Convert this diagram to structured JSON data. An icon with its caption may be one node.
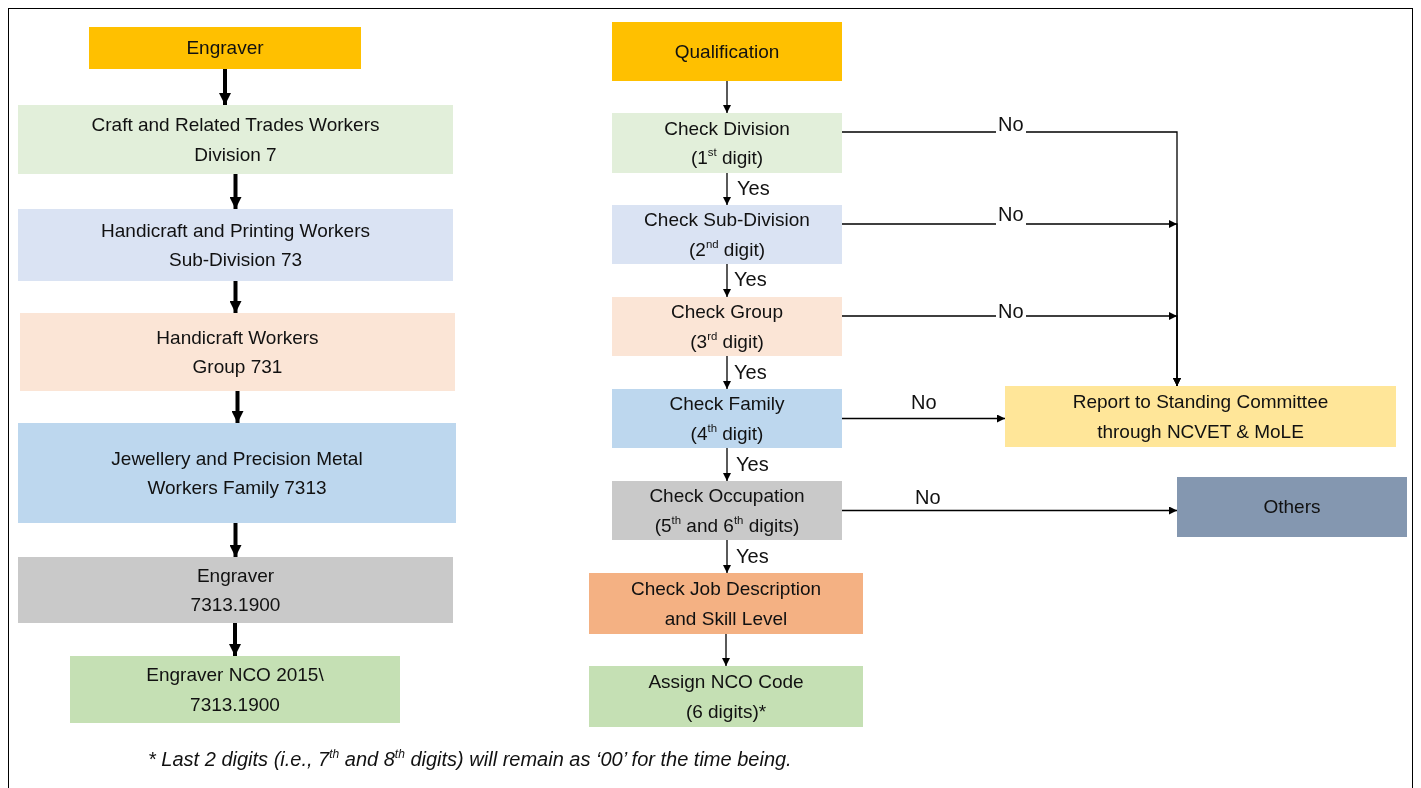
{
  "diagram": {
    "nodes": [
      {
        "text": [
          "Engraver"
        ]
      },
      {
        "text": [
          "Craft and Related Trades Workers Division 7"
        ]
      },
      {
        "text": [
          "Handicraft and Printing Workers Sub-Division 73"
        ]
      },
      {
        "text": [
          "Handicraft Workers Group 731"
        ]
      },
      {
        "text": [
          "Jewellery and Precision Metal Workers Family 7313"
        ]
      },
      {
        "text": [
          "Engraver 7313.1900"
        ]
      },
      {
        "text": [
          "Engraver NCO 2015\\ 7313.1900"
        ]
      },
      {
        "text": [
          "Qualification"
        ]
      },
      {
        "text": [
          "Check Division (1$^{st}$ digit)"
        ]
      },
      {
        "text": [
          "Check Sub-Division (2$^{nd}$ digit)"
        ]
      },
      {
        "text": [
          "Check Group (3$^{rd}$ digit)"
        ]
      },
      {
        "text": [
          "Check Family (4$^{th}$ digit)"
        ]
      },
      {
        "text": [
          "Check Occupation (5$^{th}$ and 6$^{th}$ digits)"
        ]
      },
      {
        "text": [
          "Check Job Description and Skill Level"
        ]
      },
      {
        "text": [
          "Assign NCO Code (6 digits)*"
        ]
      },
      {
        "text": [
          "Report to Standing Committee through NCVET & MoLE"
        ]
      },
      {
        "text": [
          "Others"
        ]
      }
    ],
    "edges": [
      {
        "from": 0,
        "to": 1,
        "arrow": "to",
        "style": "thick"
      },
      {
        "from": 1,
        "to": 2,
        "arrow": "to",
        "style": "thick"
      },
      {
        "from": 2,
        "to": 3,
        "arrow": "to",
        "style": "thick"
      },
      {
        "from": 3,
        "to": 4,
        "arrow": "to",
        "style": "thick"
      },
      {
        "from": 4,
        "to": 5,
        "arrow": "to",
        "style": "thick"
      },
      {
        "from": 5,
        "to": 6,
        "arrow": "to",
        "style": "thick"
      },
      {
        "from": 7,
        "to": 8,
        "arrow": "to"
      },
      {
        "from": 8,
        "to": 9,
        "arrow": "to",
        "label": "Yes"
      },
      {
        "from": 9,
        "to": 10,
        "arrow": "to",
        "label": "Yes"
      },
      {
        "from": 10,
        "to": 11,
        "arrow": "to",
        "label": "Yes"
      },
      {
        "from": 11,
        "to": 12,
        "arrow": "to",
        "label": "Yes"
      },
      {
        "from": 12,
        "to": 13,
        "arrow": "to",
        "label": "Yes"
      },
      {
        "from": 13,
        "to": 14,
        "arrow": "to"
      },
      {
        "from": 8,
        "to": 15,
        "arrow": "to",
        "label": "No"
      },
      {
        "from": 9,
        "to": 15,
        "arrow": "to",
        "label": "No"
      },
      {
        "from": 10,
        "to": 15,
        "arrow": "to",
        "label": "No"
      },
      {
        "from": 11,
        "to": 15,
        "arrow": "to",
        "label": "No"
      },
      {
        "from": 12,
        "to": 16,
        "arrow": "to",
        "label": "No"
      }
    ],
    "labels": [
      "* Last 2 digits (i.e., 7$^{th}$ and 8$^{th}$ digits) will remain as ‘00’ for the time being."
    ]
  }
}
